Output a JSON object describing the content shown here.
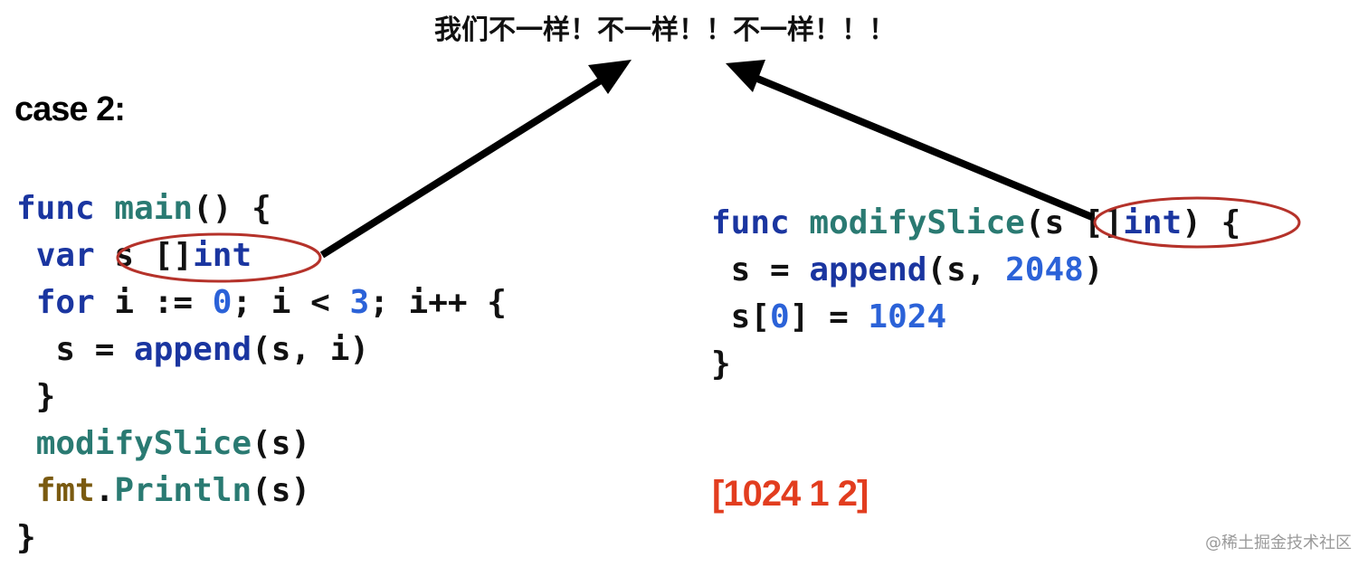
{
  "title": "我们不一样！不一样！！不一样！！！",
  "case_label": "case 2:",
  "main_code": {
    "l1": {
      "kw": "func",
      "sp": " ",
      "name": "main",
      "rest": "() {"
    },
    "l2": {
      "indent": " ",
      "kw": "var",
      "rest": " s []",
      "type": "int"
    },
    "l3": {
      "indent": " ",
      "kw": "for",
      "a": " i := ",
      "n0": "0",
      "b": "; i < ",
      "n3": "3",
      "c": "; i++ {"
    },
    "l4": {
      "indent": "  s = ",
      "fn": "append",
      "rest": "(s, i)"
    },
    "l5": {
      "text": " }"
    },
    "l6": {
      "indent": " ",
      "fn": "modifySlice",
      "rest": "(s)"
    },
    "l7": {
      "indent": " ",
      "pkg": "fmt",
      "dot": ".",
      "fn": "Println",
      "rest": "(s)"
    },
    "l8": {
      "text": "}"
    }
  },
  "modify_code": {
    "l1": {
      "kw": "func",
      "sp": " ",
      "name": "modifySlice",
      "a": "(s []",
      "type": "int",
      "b": ") {"
    },
    "l2": {
      "indent": " s = ",
      "fn": "append",
      "a": "(s, ",
      "n": "2048",
      "b": ")"
    },
    "l3": {
      "a": " s[",
      "n0": "0",
      "b": "] = ",
      "n": "1024"
    },
    "l4": {
      "text": "}"
    }
  },
  "output": "[1024 1 2]",
  "watermark": "@稀土掘金技术社区",
  "colors": {
    "keyword": "#1a35a0",
    "function": "#2a7a72",
    "number": "#2b62d8",
    "package": "#7a5a10",
    "output": "#e23d1f",
    "ellipse": "#b5322a",
    "arrow": "#000000"
  }
}
